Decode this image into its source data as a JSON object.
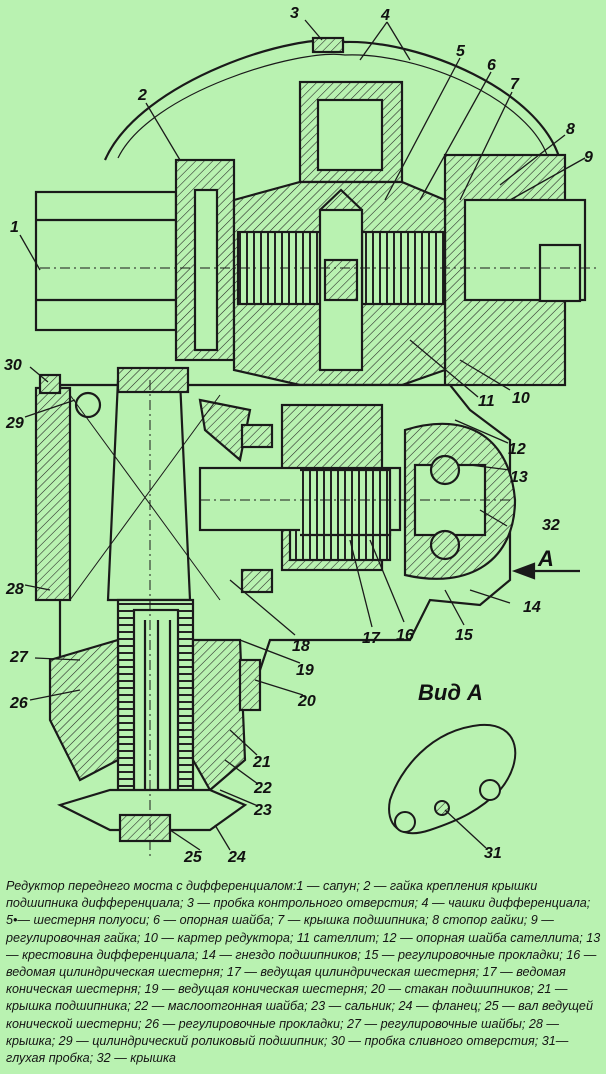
{
  "caption": "Редуктор переднего моста с дифференциалом:1 — сапун; 2 — гайка крепления крышки подшипника дифференциала; 3 — пробка контрольного отверстия; 4 — чашки дифференциала; 5•— шестерня полуоси; 6 — опорная шайба; 7 — крышка подшипника; 8 стопор гайки; 9 — регулировочная гайка; 10 — картер редуктора; 11 сателлит; 12 — опорная шайба сателлита; 13 — крестовина дифференциала; 14 — гнездо подшипников; 15 — регулировочные прокладки; 16 — ведомая цилиндрическая шестерня; 17 — ведущая цилиндрическая шестерня; 17 — ведомая коническая шестерня; 19 — ведущая коническая шестерня; 20 — стакан подшипников; 21 — крышка подшипника; 22 — маслоотгонная шайба; 23 — сальник; 24 — фланец; 25 — вал ведущей конической шестерни; 26 — регулировочные прокладки; 27 — регулировочные шайбы; 28 — крышка; 29 — цилиндрический роликовый подшипник; 30 — пробка сливного отверстия; 31— глухая пробка; 32 — крышка",
  "view_label": "Вид A",
  "arrow_label": "A",
  "callouts": [
    {
      "id": "1",
      "label": "1"
    },
    {
      "id": "2",
      "label": "2"
    },
    {
      "id": "3",
      "label": "3"
    },
    {
      "id": "4",
      "label": "4"
    },
    {
      "id": "5",
      "label": "5"
    },
    {
      "id": "6",
      "label": "6"
    },
    {
      "id": "7",
      "label": "7"
    },
    {
      "id": "8",
      "label": "8"
    },
    {
      "id": "9",
      "label": "9"
    },
    {
      "id": "10",
      "label": "10"
    },
    {
      "id": "11",
      "label": "11"
    },
    {
      "id": "12",
      "label": "12"
    },
    {
      "id": "13",
      "label": "13"
    },
    {
      "id": "14",
      "label": "14"
    },
    {
      "id": "15",
      "label": "15"
    },
    {
      "id": "16",
      "label": "16"
    },
    {
      "id": "17",
      "label": "17"
    },
    {
      "id": "18",
      "label": "18"
    },
    {
      "id": "19",
      "label": "19"
    },
    {
      "id": "20",
      "label": "20"
    },
    {
      "id": "21",
      "label": "21"
    },
    {
      "id": "22",
      "label": "22"
    },
    {
      "id": "23",
      "label": "23"
    },
    {
      "id": "24",
      "label": "24"
    },
    {
      "id": "25",
      "label": "25"
    },
    {
      "id": "26",
      "label": "26"
    },
    {
      "id": "27",
      "label": "27"
    },
    {
      "id": "28",
      "label": "28"
    },
    {
      "id": "29",
      "label": "29"
    },
    {
      "id": "30",
      "label": "30"
    },
    {
      "id": "31",
      "label": "31"
    },
    {
      "id": "32",
      "label": "32"
    }
  ]
}
